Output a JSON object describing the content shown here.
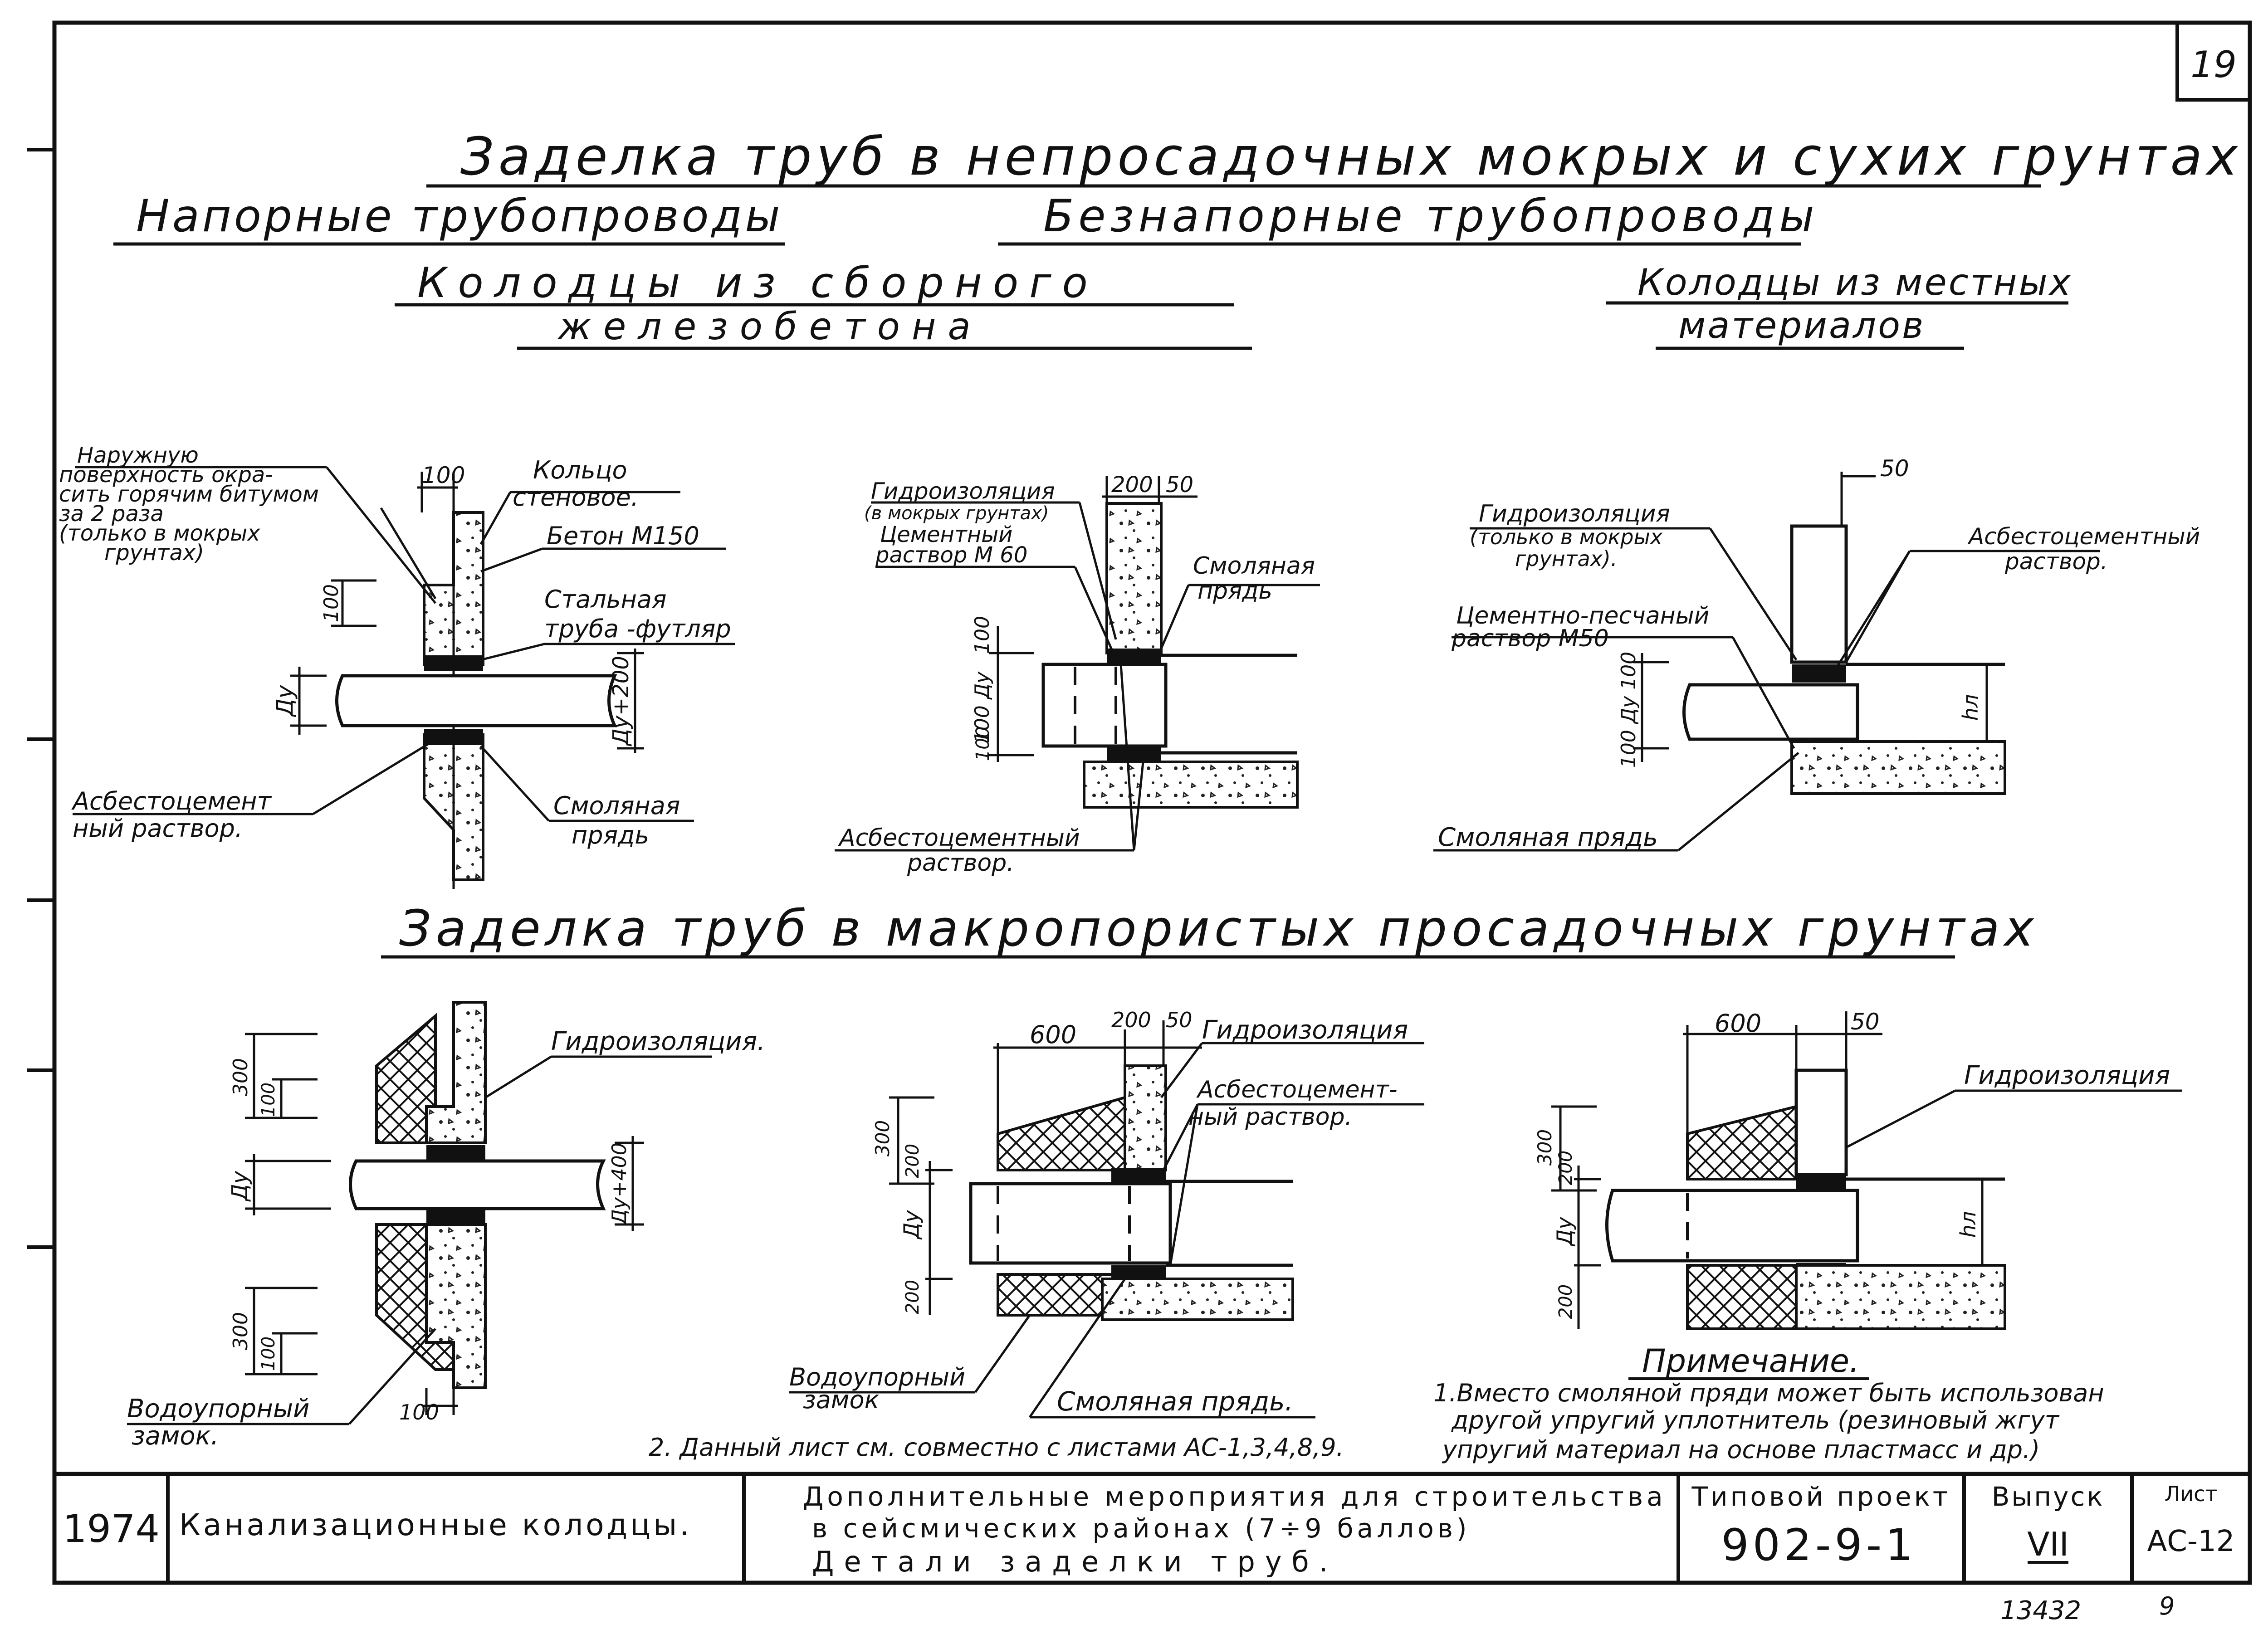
{
  "sheet_number": "19",
  "titles": {
    "main": "Заделка труб в непросадочных мокрых и сухих грунтах",
    "pressure": "Напорные трубопроводы",
    "gravity": "Безнапорные трубопроводы",
    "precast_line1": "Колодцы из сборного",
    "precast_line2": "железобетона",
    "local_line1": "Колодцы из местных",
    "local_line2": "материалов",
    "macroporous": "Заделка труб в макропористых просадочных грунтах"
  },
  "fig1": {
    "outer_surface": [
      "Наружную",
      "поверхность окра-",
      "сить горячим битумом",
      "за 2 раза",
      "(только в мокрых",
      "грунтах)"
    ],
    "ring": [
      "Кольцо",
      "стеновое."
    ],
    "concrete": "Бетон М150",
    "steel_pipe": [
      "Стальная",
      "труба -футляр"
    ],
    "asbestos": [
      "Асбестоцемент",
      "ный раствор."
    ],
    "tar_strand": [
      "Смоляная",
      "прядь"
    ],
    "dim_100_top": "100",
    "dim_100_side": "100",
    "dim_du": "Ду",
    "dim_du200": "Ду+200"
  },
  "fig2": {
    "waterproofing": [
      "Гидроизоляция",
      "(в мокрых грунтах)"
    ],
    "cement_mortar": [
      "Цементный",
      "раствор М 60"
    ],
    "tar_strand": [
      "Смоляная",
      "прядь"
    ],
    "asbestos": [
      "Асбестоцементный",
      "раствор."
    ],
    "dim_200": "200",
    "dim_50": "50",
    "dim_100": "100",
    "dim_du": "100 Ду",
    "dim_100b": "100"
  },
  "fig3": {
    "waterproofing": [
      "Гидроизоляция",
      "(только в мокрых",
      "грунтах)."
    ],
    "asbestos": [
      "Асбестоцементный",
      "раствор."
    ],
    "cement_sand": [
      "Цементно-песчаный",
      "раствор М50"
    ],
    "tar_strand": "Смоляная прядь",
    "dim_50": "50",
    "dim_side": "100 Ду 100",
    "dim_hl": "hл"
  },
  "fig4": {
    "waterproofing": "Гидроизоляция.",
    "water_lock": [
      "Водоупорный",
      "замок."
    ],
    "dim_300a": "300",
    "dim_100a": "100",
    "dim_du": "Ду",
    "dim_du400": "Ду+400",
    "dim_300b": "300",
    "dim_100b": "100",
    "dim_100c": "100"
  },
  "fig5": {
    "waterproofing": "Гидроизоляция",
    "asbestos": [
      "Асбестоцемент-",
      "ный раствор."
    ],
    "water_lock": [
      "Водоупорный",
      "замок"
    ],
    "tar_strand": "Смоляная прядь.",
    "dim_600": "600",
    "dim_200": "200",
    "dim_50": "50",
    "dim_300": "300",
    "dim_200a": "200",
    "dim_du": "Ду",
    "dim_200b": "200"
  },
  "fig6": {
    "waterproofing": "Гидроизоляция",
    "dim_600": "600",
    "dim_50": "50",
    "dim_300": "300",
    "dim_200a": "200",
    "dim_du": "Ду",
    "dim_200b": "200",
    "dim_hl": "hл"
  },
  "notes": {
    "heading": "Примечание.",
    "note1_line1": "1.Вместо смоляной пряди может быть использован",
    "note1_line2": "другой упругий уплотнитель (резиновый жгут",
    "note1_line3": "упругий материал на основе пластмасс и др.)",
    "note2": "2. Данный лист см. совместно с листами АС-1,3,4,8,9."
  },
  "title_block": {
    "year": "1974",
    "subject": "Канализационные колодцы.",
    "description_line1": "Дополнительные мероприятия для строительства",
    "description_line2": "в сейсмических районах (7÷9 баллов)",
    "description_line3": "Детали заделки труб.",
    "project_label": "Типовой проект",
    "project_number": "902-9-1",
    "issue_label": "Выпуск",
    "issue_number": "VII",
    "sheet_label": "Лист",
    "sheet_code": "АС-12"
  },
  "footer": {
    "inventory": "13432",
    "page": "9"
  }
}
